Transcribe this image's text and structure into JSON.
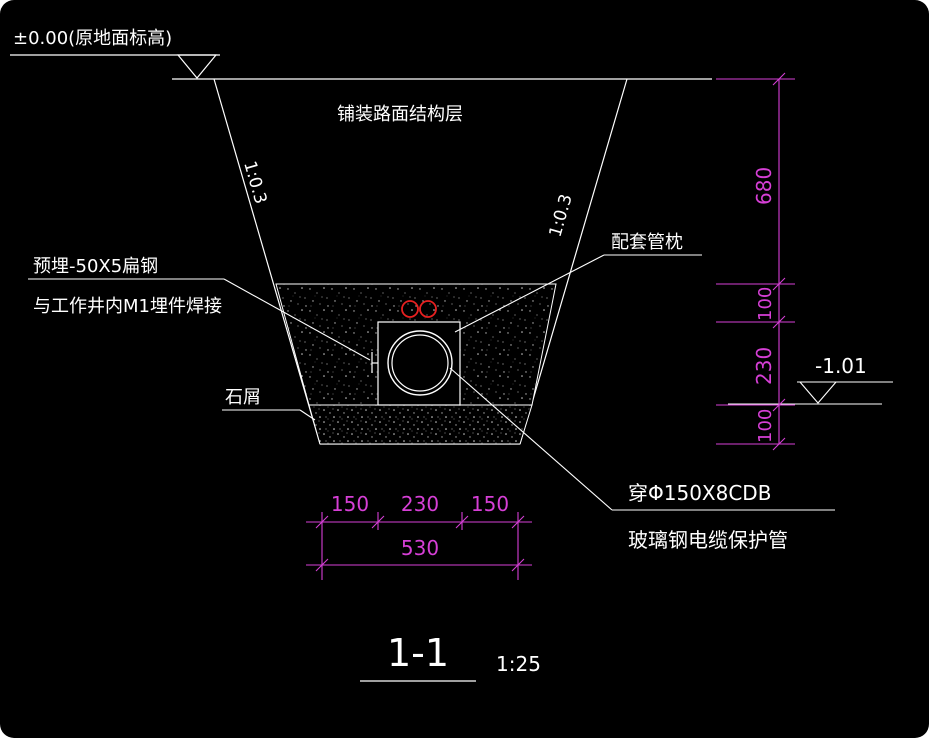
{
  "drawing": {
    "datum_label": "±0.00(原地面标高)",
    "pavement_label": "铺装路面结构层",
    "slope_left": "1:0.3",
    "slope_right": "1:0.3",
    "pipe_bed_label": "配套管枕",
    "flat_steel_line1": "预埋-50X5扁钢",
    "flat_steel_line2": "与工作井内M1埋件焊接",
    "gravel_label": "石屑",
    "pipe_line1": "穿Φ150X8CDB",
    "pipe_line2": "玻璃钢电缆保护管",
    "elevation_label": "-1.01",
    "section_title": "1-1",
    "scale": "1:25"
  },
  "dimensions": {
    "vertical": [
      "680",
      "100",
      "230",
      "100"
    ],
    "horizontal_top": [
      "150",
      "230",
      "150"
    ],
    "horizontal_total": "530"
  },
  "colors": {
    "background": "#000000",
    "line": "#ffffff",
    "dimension": "#d63fd6",
    "conduit_markers": "#e82020"
  }
}
